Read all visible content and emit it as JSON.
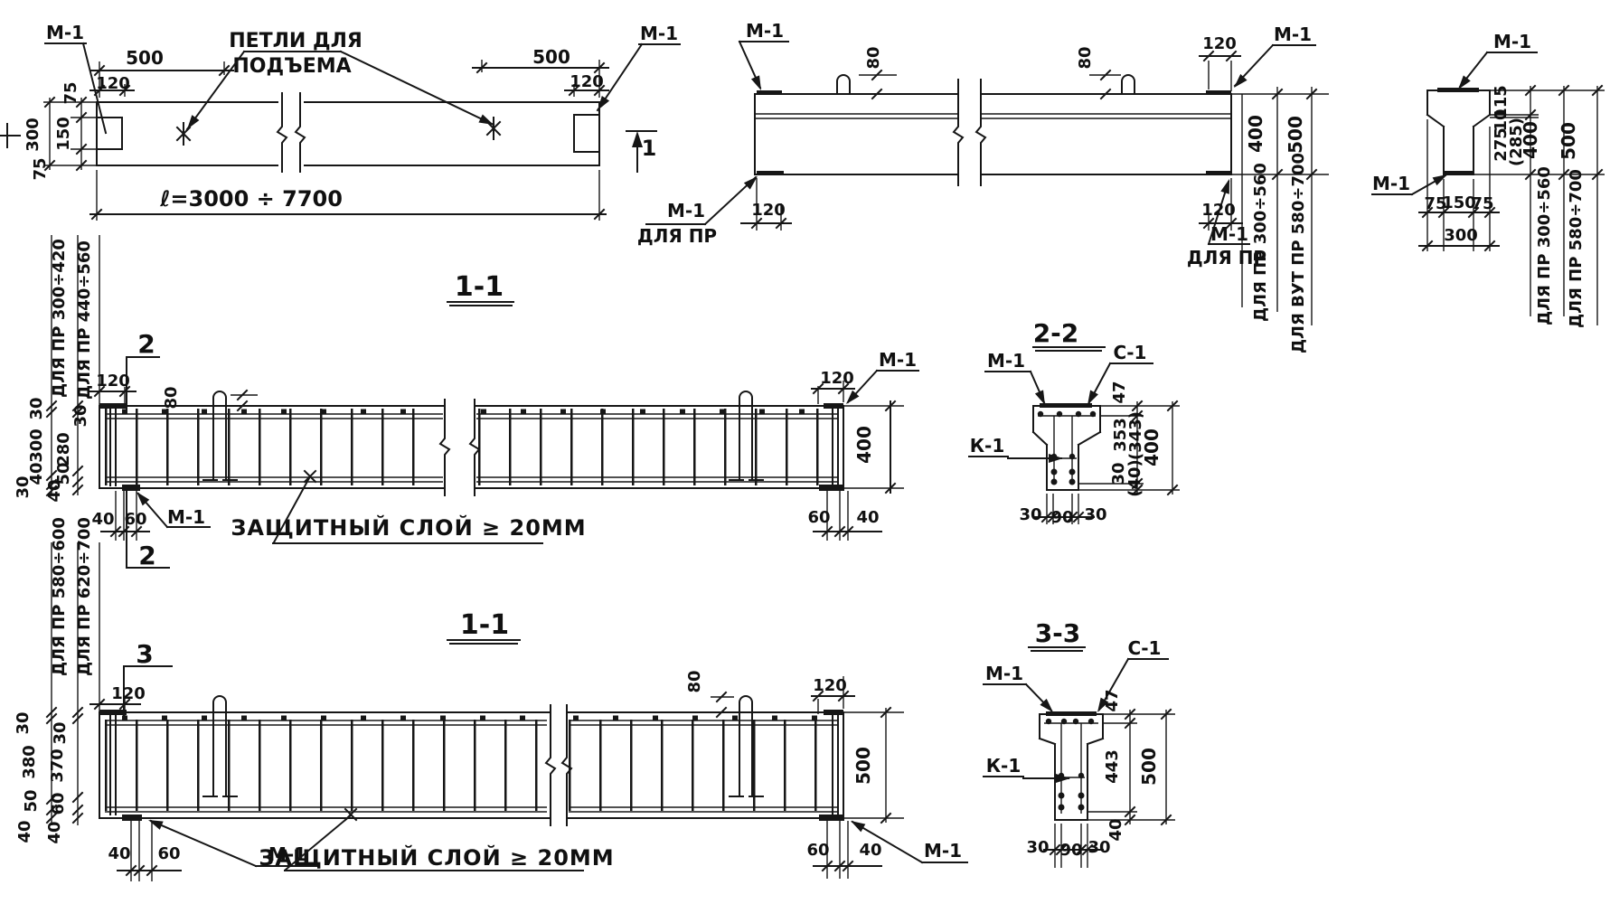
{
  "drawing": {
    "plan": {
      "m1_left": "М-1",
      "m1_right": "М-1",
      "loops_label1": "ПЕТЛИ ДЛЯ",
      "loops_label2": "ПОДЪЕМА",
      "dim_500_l": "500",
      "dim_120_l": "120",
      "dim_500_r": "500",
      "dim_120_r": "120",
      "dim_75_top": "75",
      "dim_150": "150",
      "dim_75_bot": "75",
      "dim_300": "300",
      "cut_label": "1",
      "length": "ℓ=3000 ÷ 7700"
    },
    "elev": {
      "m1_tl": "М-1",
      "m1_tr": "М-1",
      "m1_bl1": "М-1",
      "m1_bl2": "ДЛЯ ПР",
      "m1_br1": "М-1",
      "m1_br2": "ДЛЯ ПР",
      "dim_120_bl": "120",
      "dim_120_tr": "120",
      "dim_120_br": "120",
      "dim_80_1": "80",
      "dim_80_2": "80",
      "dim_400": "400",
      "dim_500": "500",
      "col400": "ДЛЯ ПР 300÷560",
      "col500": "ДЛЯ ВУТ ПР 580÷700"
    },
    "tsec": {
      "m1_top": "М-1",
      "m1_left": "М-1",
      "dim_75_l": "75",
      "dim_150": "150",
      "dim_75_r": "75",
      "dim_300": "300",
      "dim_115": "115",
      "dim_10": "10",
      "dim_275": "275",
      "dim_285": "(285)",
      "dim_400": "400",
      "dim_500": "500",
      "col400": "ДЛЯ ПР 300÷560",
      "col500": "ДЛЯ ПР 580÷700"
    },
    "band1": {
      "title": "1-1",
      "flag_top": "2",
      "flag_bottom": "2",
      "dim_120_l": "120",
      "dim_80": "80",
      "dim_120_r": "120",
      "m1_r": "М-1",
      "m1_l": "М-1",
      "dim_400": "400",
      "dim_40_l": "40",
      "dim_60_l": "60",
      "dim_60_r": "60",
      "dim_40_r": "40",
      "protect": "ЗАЩИТНЫЙ СЛОЙ ≥ 20ММ",
      "colA_label": "ДЛЯ ПР 300÷420",
      "colB_label": "ДЛЯ ПР 440÷560",
      "colA": [
        "30",
        "300",
        "40",
        "30"
      ],
      "colB": [
        "30",
        "280",
        "50",
        "40"
      ]
    },
    "band2": {
      "title": "1-1",
      "flag_top": "3",
      "dim_120_l": "120",
      "dim_80": "80",
      "dim_120_r": "120",
      "m1_r": "М-1",
      "m1_l": "М-1",
      "dim_500": "500",
      "dim_40_l": "40",
      "dim_60_l": "60",
      "dim_60_r": "60",
      "dim_40_r": "40",
      "protect": "ЗАЩИТНЫЙ СЛОЙ ≥ 20ММ",
      "colA_label": "ДЛЯ ПР 580÷600",
      "colB_label": "ДЛЯ ПР 620÷700",
      "colA": [
        "30",
        "380",
        "50",
        "40"
      ],
      "colB": [
        "30",
        "370",
        "60",
        "40"
      ]
    },
    "sec22": {
      "title": "2-2",
      "m1": "М-1",
      "c1": "С-1",
      "k1": "К-1",
      "dim_47": "47",
      "dim_353": "353",
      "dim_343": "(343)",
      "dim_30": "30",
      "dim_40": "(40)",
      "dim_400": "400",
      "bot": [
        "30",
        "90",
        "30"
      ]
    },
    "sec33": {
      "title": "3-3",
      "m1": "М-1",
      "c1": "С-1",
      "k1": "К-1",
      "dim_47": "47",
      "dim_443": "443",
      "dim_40": "40",
      "dim_500": "500",
      "bot": [
        "30",
        "90",
        "30"
      ]
    }
  }
}
